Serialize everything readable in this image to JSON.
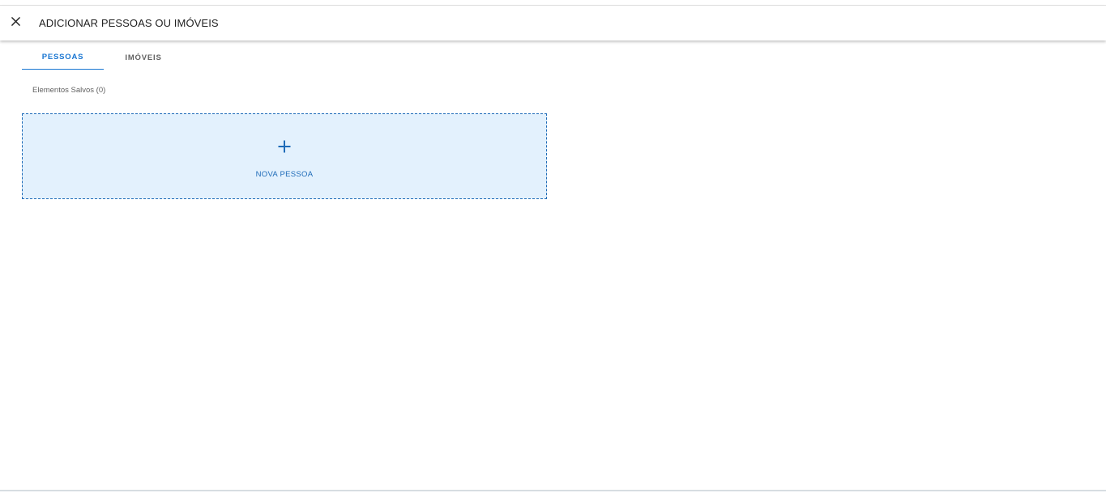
{
  "header": {
    "close_icon": "close-icon",
    "title": "ADICIONAR PESSOAS OU IMÓVEIS"
  },
  "tabs": [
    {
      "label": "PESSOAS",
      "active": true
    },
    {
      "label": "IMÓVEIS",
      "active": false
    }
  ],
  "saved": {
    "label": "Elementos Salvos (0)"
  },
  "new_card": {
    "icon": "plus-icon",
    "label": "NOVA PESSOA"
  },
  "colors": {
    "accent": "#1976d2",
    "card_background": "#e3f1fd",
    "card_border": "#1e6bb8"
  }
}
